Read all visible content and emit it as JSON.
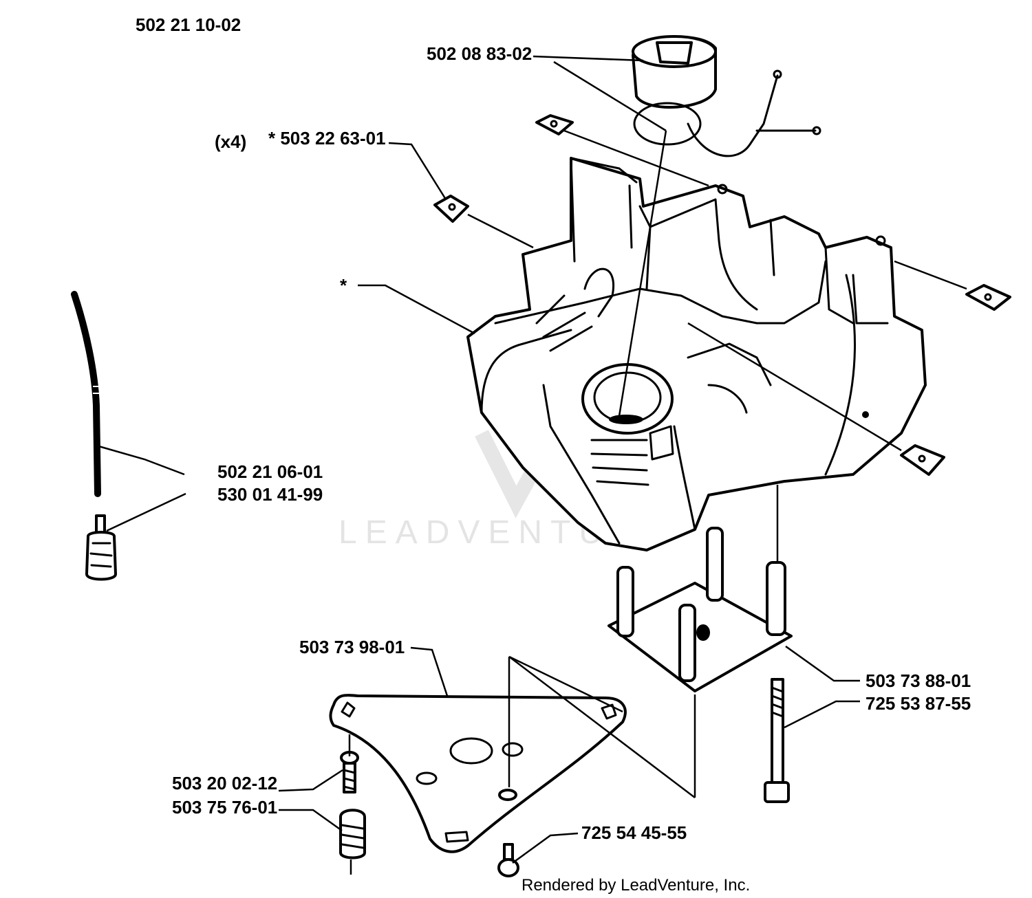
{
  "diagram": {
    "assembly_number": "502 21 10-02",
    "callouts": [
      {
        "id": "c1",
        "text": "502 08 83-02"
      },
      {
        "id": "c2",
        "text": "(x4)"
      },
      {
        "id": "c3",
        "text": "* 503 22 63-01"
      },
      {
        "id": "c4",
        "text": "*"
      },
      {
        "id": "c5",
        "text": "502 21 06-01"
      },
      {
        "id": "c6",
        "text": "530 01 41-99"
      },
      {
        "id": "c7",
        "text": "503 73 98-01"
      },
      {
        "id": "c8",
        "text": "503 73 88-01"
      },
      {
        "id": "c9",
        "text": "725 53 87-55"
      },
      {
        "id": "c10",
        "text": "503 20 02-12"
      },
      {
        "id": "c11",
        "text": "503 75 76-01"
      },
      {
        "id": "c12",
        "text": "725 54 45-55"
      }
    ],
    "watermark": "LEADVENTURE",
    "footer": "Rendered by LeadVenture, Inc."
  },
  "colors": {
    "ink": "#000000",
    "paper": "#ffffff",
    "watermark": "#e4e4e4"
  }
}
